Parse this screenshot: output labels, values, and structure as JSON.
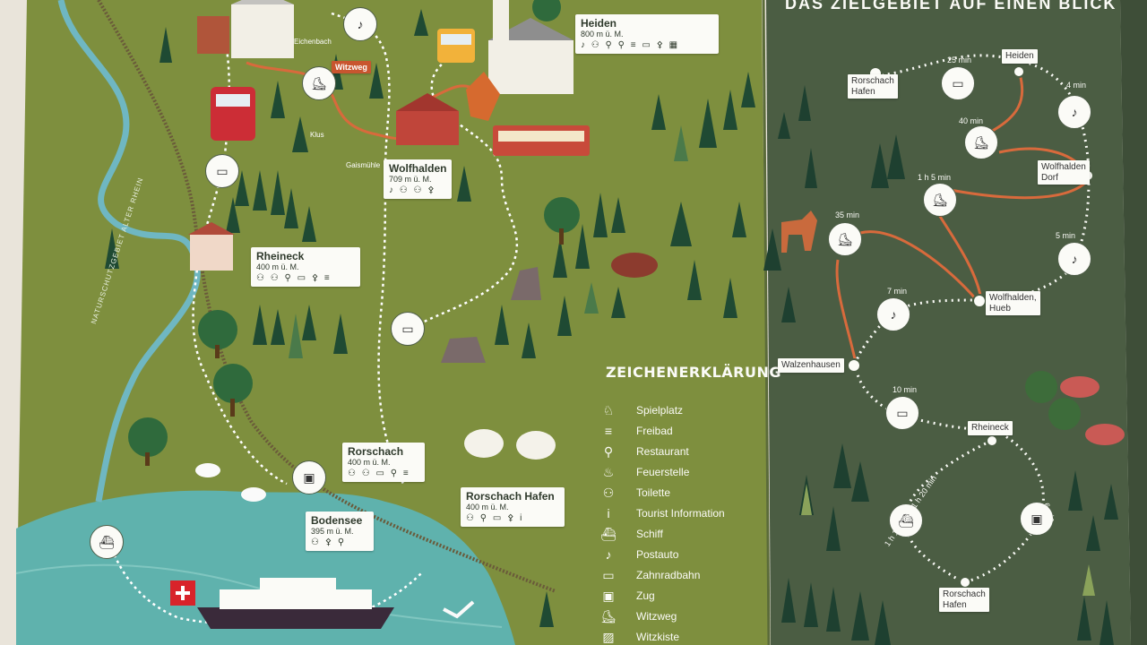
{
  "header": {
    "title": "DAS ZIELGEBIET AUF EINEN BLICK"
  },
  "places": {
    "heiden": {
      "name": "Heiden",
      "elev": "800 m ü. M.",
      "icons": "♪ ⚇ ⚲ ⚲ ≡ ▭ ⚴ ▦"
    },
    "wolfhalden": {
      "name": "Wolfhalden",
      "elev": "709 m ü. M.",
      "icons": "♪ ⚇ ⚇ ⚴"
    },
    "rheineck": {
      "name": "Rheineck",
      "elev": "400 m ü. M.",
      "icons": "⚇ ⚇ ⚲ ▭ ⚴ ≡"
    },
    "rorschach": {
      "name": "Rorschach",
      "elev": "400 m ü. M.",
      "icons": "⚇ ⚇ ▭ ⚲ ≡"
    },
    "rorschach_hafen": {
      "name": "Rorschach Hafen",
      "elev": "400 m ü. M.",
      "icons": "⚇ ⚲ ▭ ⚴ i"
    },
    "bodensee": {
      "name": "Bodensee",
      "elev": "395 m ü. M.",
      "icons": "⚇ ⚴ ⚲"
    }
  },
  "small_labels": {
    "eichenbach": "Eichenbach",
    "witzweg": "Witzweg",
    "klus": "Klus",
    "gaismuehle": "Gaismühle",
    "naturschutz": "NATURSCHUTZGEBIET ALTER RHEIN"
  },
  "legend": {
    "title": "ZEICHENERKLÄRUNG",
    "items": [
      {
        "icon": "♘",
        "label": "Spielplatz"
      },
      {
        "icon": "≡",
        "label": "Freibad"
      },
      {
        "icon": "⚲",
        "label": "Restaurant"
      },
      {
        "icon": "♨",
        "label": "Feuerstelle"
      },
      {
        "icon": "⚇",
        "label": "Toilette"
      },
      {
        "icon": "i",
        "label": "Tourist Information"
      },
      {
        "icon": "⛴",
        "label": "Schiff"
      },
      {
        "icon": "♪",
        "label": "Postauto"
      },
      {
        "icon": "▭",
        "label": "Zahnradbahn"
      },
      {
        "icon": "▣",
        "label": "Zug"
      },
      {
        "icon": "⛸",
        "label": "Witzweg"
      },
      {
        "icon": "▨",
        "label": "Witzkiste"
      }
    ]
  },
  "route_map": {
    "stops": [
      {
        "id": "rorschach-hafen-top",
        "label": "Rorschach\nHafen"
      },
      {
        "id": "heiden",
        "label": "Heiden"
      },
      {
        "id": "wolfhalden-dorf",
        "label": "Wolfhalden\nDorf"
      },
      {
        "id": "wolfhalden-hueb",
        "label": "Wolfhalden,\nHueb"
      },
      {
        "id": "walzenhausen",
        "label": "Walzenhausen"
      },
      {
        "id": "rheineck",
        "label": "Rheineck"
      },
      {
        "id": "rorschach-hafen-bottom",
        "label": "Rorschach\nHafen"
      }
    ],
    "durations": [
      "25 min",
      "4 min",
      "40 min",
      "1 h 5 min",
      "5 min",
      "35 min",
      "7 min",
      "10 min",
      "1 h 10 min – 1 h 20 min",
      "6 min"
    ]
  },
  "colors": {
    "map_green": "#7e8f3e",
    "route_green": "#4b5d43",
    "water": "#5fb2ad",
    "river": "#6fb7c2",
    "trail_orange": "#d86a3c",
    "label_white": "#fbfbf7"
  }
}
